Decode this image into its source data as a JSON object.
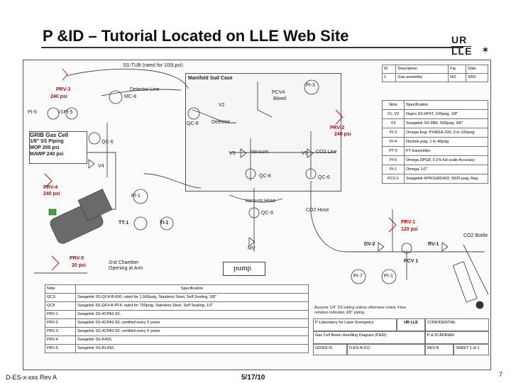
{
  "title": "P &ID – Tutorial Located on LLE Web Site",
  "logo": {
    "line1": "UR",
    "line2": "LLE"
  },
  "footer": {
    "left": "D-ES-x-xxx Rev A",
    "date": "5/17/10",
    "page": "7"
  },
  "diagram": {
    "labels": {
      "tube_top": "SS-TUB (rated for 100Lpsi)",
      "prv3": "PRV-3",
      "psi240_a": "240 psi",
      "mc8": "MC-8",
      "detector_line": "Detector Line",
      "pi5": "PI-5",
      "v1pi5": "V1PI-5",
      "manifold": "Manifold Sud Case",
      "v2": "V2",
      "qc8": "QC-8",
      "detector": "Detector",
      "pcv4": "PCV4",
      "bleed": "Bleed",
      "pi3": "PI-3",
      "prv2": "PRV-2",
      "psi240_b": "240 psi",
      "qc6_top": "QC-6",
      "v4": "V4",
      "v3": "V3",
      "vacuum": "Vacuum",
      "v5": "V5",
      "co2_line": "CO2 Line",
      "qc8b": "QC-8",
      "qc6": "QC-6",
      "prv4": "PRV-4",
      "psi240_c": "240 psi",
      "pi1": "PI-1",
      "vacuum_hose": "Vacuum Hose",
      "qc9": "QC-9",
      "co2_hose": "CO2 Hose",
      "tt1": "TT-1",
      "ti1": "TI-1",
      "prv1": "PRV-1",
      "psi120": "120 psi",
      "co2_bottle": "CO2 Bottle",
      "mv": "MV",
      "dv2": "DV-2",
      "rv1": "RV-1",
      "pcv1": "PCV 1",
      "prv5": "PRV-5",
      "psi20": "20 psi",
      "chamber": "2nd Chamber Opening at Arm",
      "pump": "pump",
      "pi7": "PI-7",
      "pi1b": "PI-1"
    },
    "grid_cell": {
      "title": "GRIB Gas Cell",
      "line1": "1/8\" SS Piping",
      "line2": "MOP 200 psi",
      "line3": "MAWP 240 psi"
    },
    "bottom_table": {
      "headers": [
        "Note",
        "Specification"
      ],
      "rows": [
        [
          "QCS",
          "Swagelok SS-QC4-B-600, rated for 1,500psig, Stainless Steel, Self Sealing, 3/8\""
        ],
        [
          "QC8",
          "Swagelok SS-QF4-B-PF4, rated for 750psig, Stainless Steel, Self Sealing, 1/2\""
        ],
        [
          "PRV-1",
          "Swagelok SS-4CPA2-50,"
        ],
        [
          "PRV-2",
          "Swagelok SS-4CPA2-50, certified every 5 years"
        ],
        [
          "PRV-3",
          "Swagelok SS-4CPA2-50, certified every 5 years"
        ],
        [
          "PRV-4",
          "Swagelok SS-P4S5,"
        ],
        [
          "PRV-5",
          "Swagelok SS-RL4S6,"
        ]
      ]
    },
    "top_table": {
      "headers": [
        "ID",
        "Description",
        "Fig",
        "Date"
      ],
      "rows": [
        [
          "1",
          "Gas assembly",
          "N/2",
          "5/03"
        ]
      ]
    },
    "right_table": {
      "headers": [
        "Note",
        "Specification"
      ],
      "rows": [
        [
          "V1, V2",
          "Nupro SS-6P4T, 100psig, 1/8\""
        ],
        [
          "V3",
          "Swagelok SS-6BK, 500psig, 3/8\""
        ],
        [
          "PI-3",
          "Omega Eng. PX481A-200, 0 to 100psig"
        ],
        [
          "PI-4",
          "Noshok psig, 1 to 40psig"
        ],
        [
          "PT-5",
          "PT transmitter"
        ],
        [
          "PI-5",
          "Omega DPG8, 0.1% full scale Accuracy"
        ],
        [
          "PI-1",
          "Omega, 1/2\""
        ],
        [
          "PCV-1",
          "Swagelok KPR1GRD420, 5000 psig, Reg"
        ]
      ]
    },
    "note": "Assume 1/4\" SS tubing unless otherwise noted. Flow notation indicates 3/8\" piping.",
    "title_block": {
      "org": "P-Laboratory for Laser Energetics",
      "logo": "UR LLE",
      "code": "CONFIDENTIAL",
      "name": "Gas Cell Beam Handling Diagram (P&ID)",
      "drawn": "P & ID ADRIAN",
      "drawing_no": "GDSID-IC",
      "dwg_ref": "D-ES-A-012",
      "rev": "REV A",
      "sheet": "SHEET 1 of 1"
    }
  }
}
